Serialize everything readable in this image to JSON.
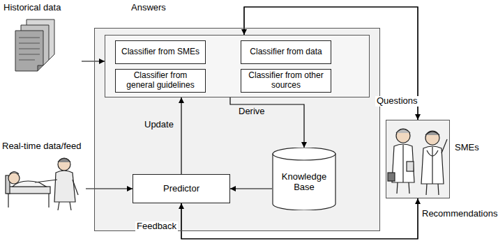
{
  "diagram": {
    "nodes": [
      {
        "text": [
          "Historical data"
        ]
      },
      {
        "text": [
          "Real-time data/feed"
        ]
      },
      {
        "text": []
      },
      {
        "text": [],
        "in": 2
      },
      {
        "text": [
          "Classifier from SMEs"
        ],
        "in": 3
      },
      {
        "text": [
          "Classifier from data"
        ],
        "in": 3
      },
      {
        "text": [
          "Classifier from general guidelines"
        ],
        "in": 3
      },
      {
        "text": [
          "Classifier from other sources"
        ],
        "in": 3
      },
      {
        "text": [
          "Predictor"
        ],
        "in": 2
      },
      {
        "text": [
          "Knowledge Base"
        ],
        "in": 2
      },
      {
        "text": [
          "SMEs"
        ]
      }
    ],
    "edges": [
      {
        "from": 0,
        "to": 3,
        "arrow": "to"
      },
      {
        "from": 1,
        "to": 8,
        "arrow": "to"
      },
      {
        "from": 3,
        "to": 9,
        "label": "Derive",
        "arrow": "to"
      },
      {
        "from": 9,
        "to": 8,
        "arrow": "to"
      },
      {
        "from": 8,
        "to": 3,
        "label": "Update",
        "arrow": "to"
      },
      {
        "from": 10,
        "to": 3,
        "label": "Answers",
        "arrow": "to"
      },
      {
        "from": 3,
        "to": 10,
        "label": "Questions",
        "arrow": "to"
      },
      {
        "from": 10,
        "to": 8,
        "label": "Feedback",
        "arrow": "to"
      },
      {
        "from": 8,
        "to": 10,
        "label": "Recommendations",
        "arrow": "to"
      }
    ]
  }
}
